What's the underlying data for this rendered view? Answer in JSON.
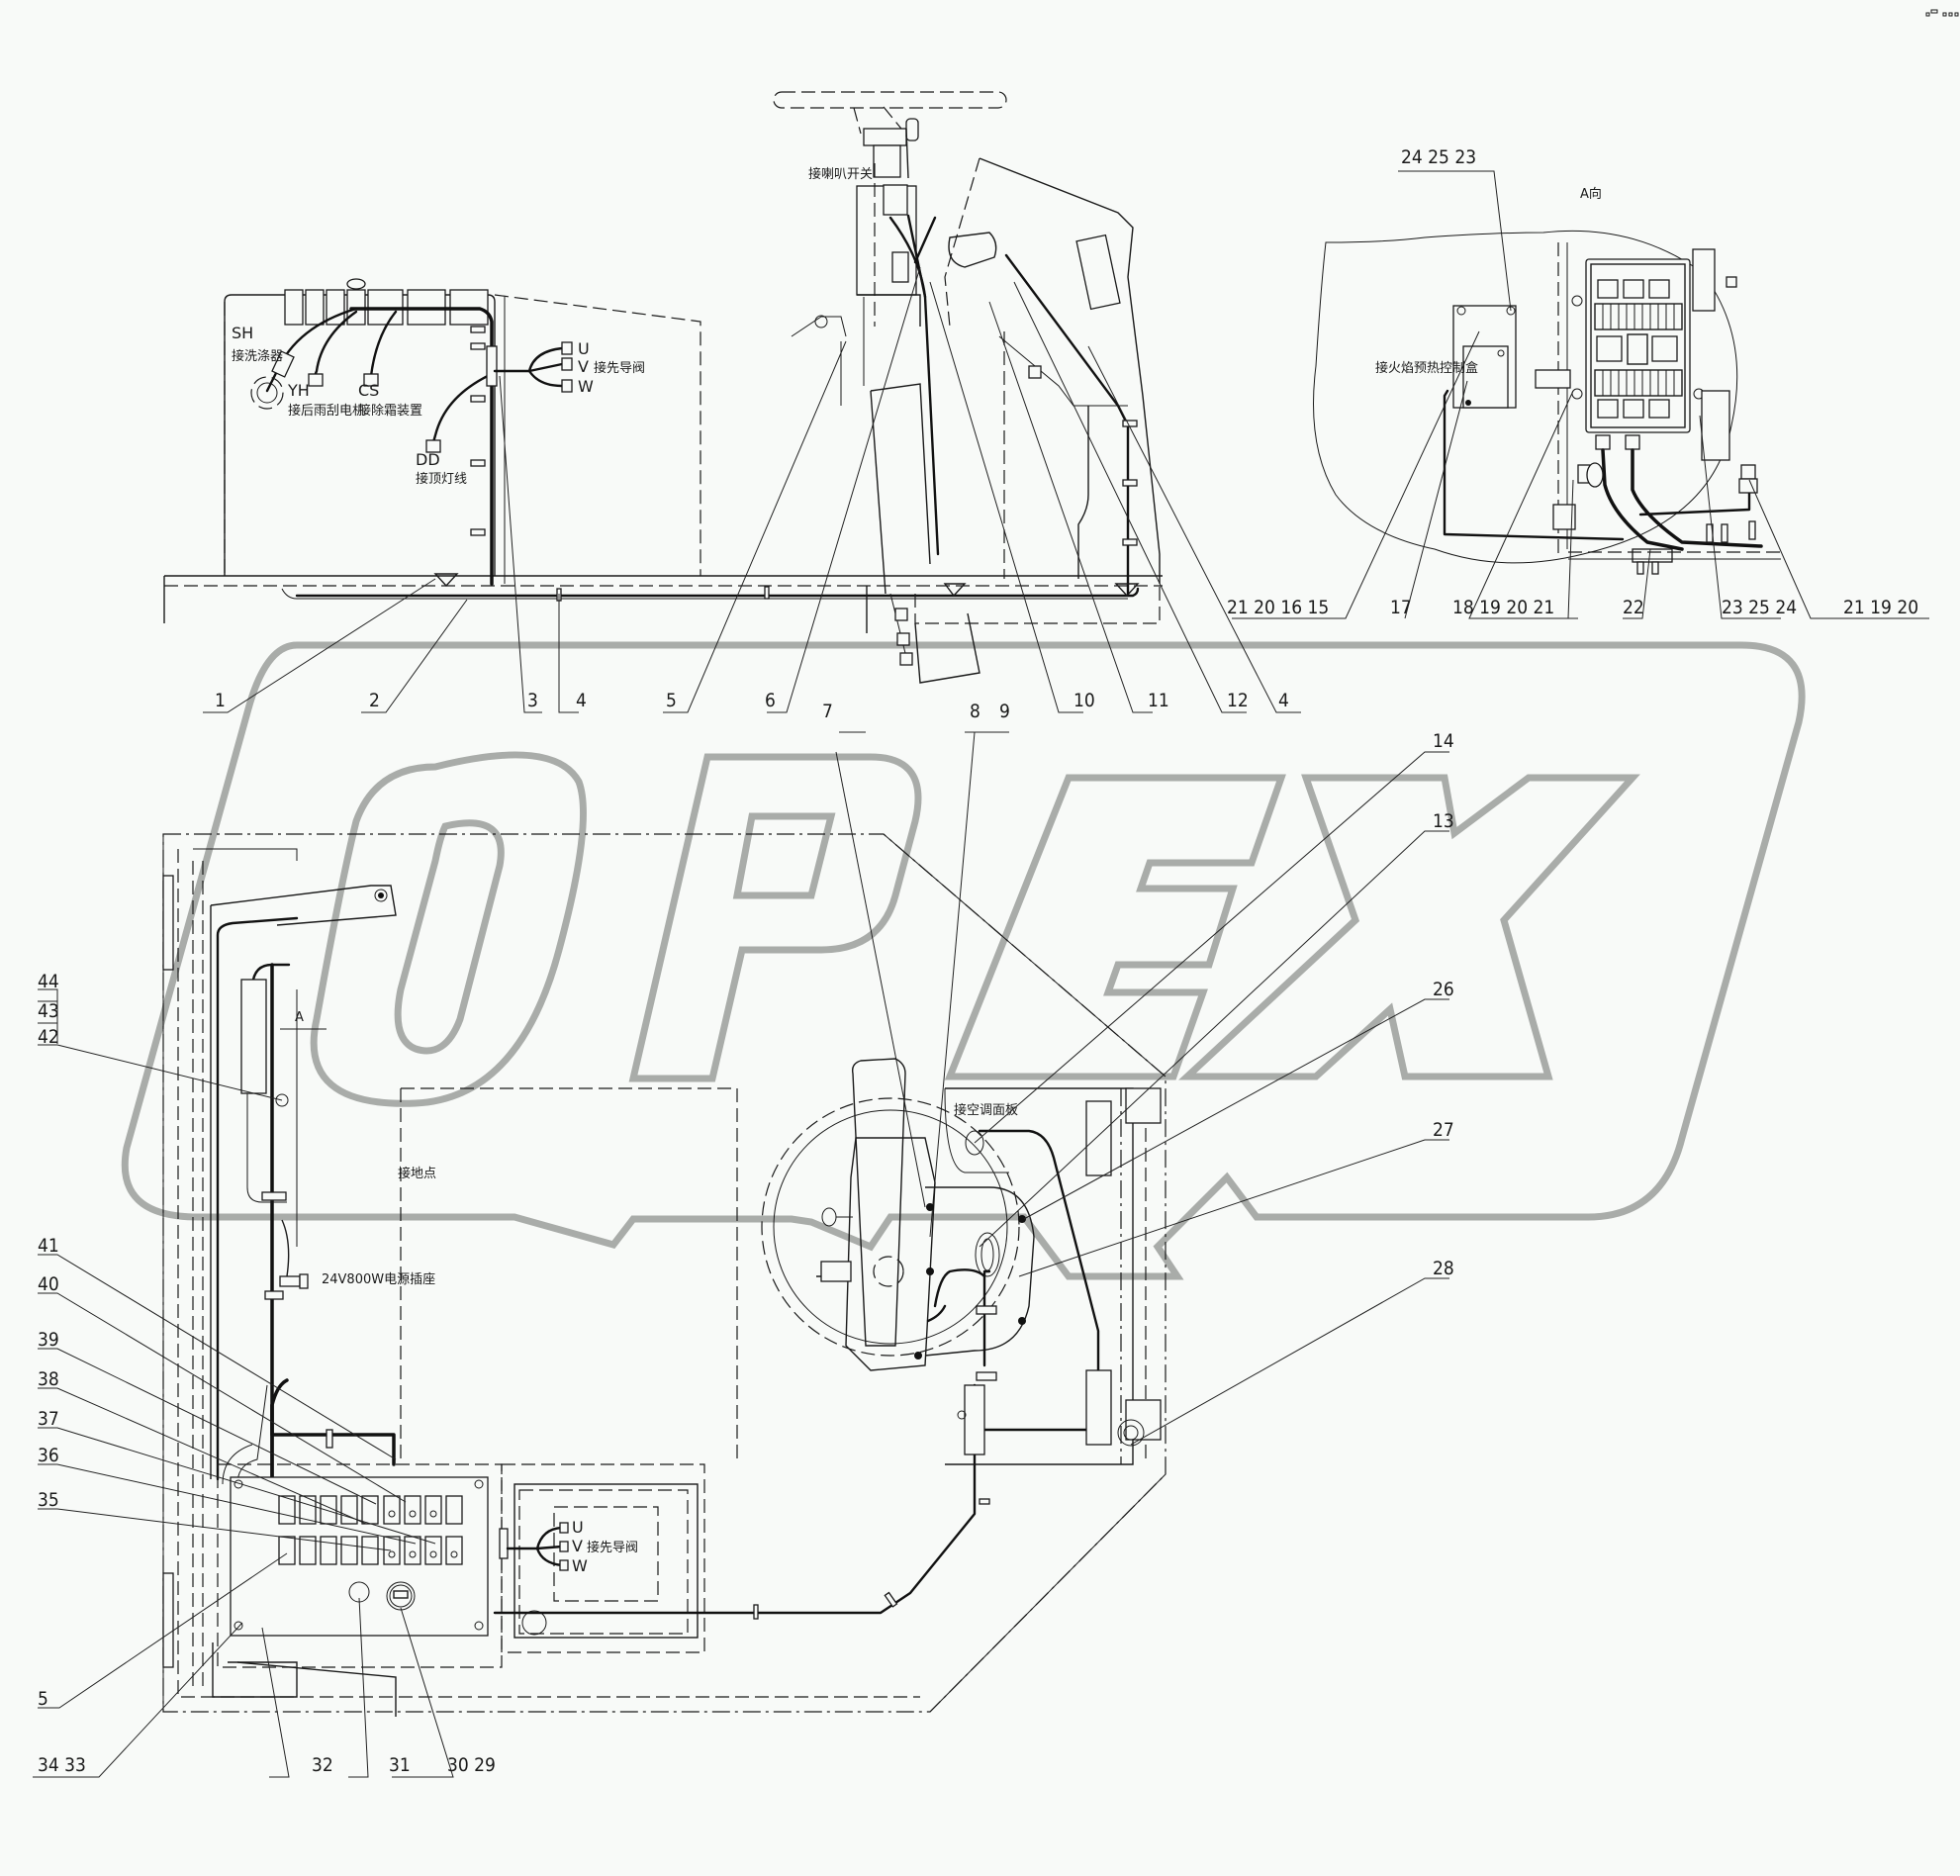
{
  "drawing": {
    "type": "electrical wiring harness assembly drawing",
    "watermark": "OPEX",
    "corner_mark": "ₒ⁼ ₒₒₒ",
    "colors": {
      "line": "#1a1a1a",
      "watermark": "#a9aca9",
      "background": "#f8faf8"
    }
  },
  "top_view": {
    "annotations": {
      "sh_code": "SH",
      "sh_label": "接洗涤器",
      "yh_code": "YH",
      "yh_label": "接后雨刮电机",
      "cs_code": "CS",
      "cs_label": "接除霜装置",
      "dd_code": "DD",
      "dd_label": "接顶灯线",
      "u": "U",
      "v": "V",
      "w": "W",
      "pilot_label": "接先导阀",
      "horn_label": "接喇叭开关"
    },
    "callouts": [
      "1",
      "2",
      "3",
      "4",
      "5",
      "6",
      "7",
      "8",
      "9",
      "10",
      "11",
      "12",
      "4"
    ]
  },
  "detail_view": {
    "title": "A向",
    "preheat_label": "接火焰预热控制盒",
    "callouts_top": "24  25  23",
    "callout_groups": [
      {
        "id": "g1",
        "text": "21  20  16  15"
      },
      {
        "id": "g2",
        "text": "17"
      },
      {
        "id": "g3",
        "text": "18  19  20  21"
      },
      {
        "id": "g4",
        "text": "22"
      },
      {
        "id": "g5",
        "text": "23  25  24"
      },
      {
        "id": "g6",
        "text": "21  19  20"
      }
    ]
  },
  "plan_view": {
    "annotations": {
      "a_mark": "A",
      "ground_label": "接地点",
      "socket_label": "24V800W电源插座",
      "ac_label": "接空调面板",
      "u": "U",
      "v": "V",
      "w": "W",
      "pilot_label": "接先导阀"
    },
    "left_callouts": [
      "44",
      "43",
      "42",
      "41",
      "40",
      "39",
      "38",
      "37",
      "36",
      "35",
      "5"
    ],
    "right_callouts": [
      "14",
      "13",
      "26",
      "27",
      "28"
    ],
    "bottom_callouts": [
      "34  33",
      "32",
      "31",
      "30  29"
    ]
  }
}
